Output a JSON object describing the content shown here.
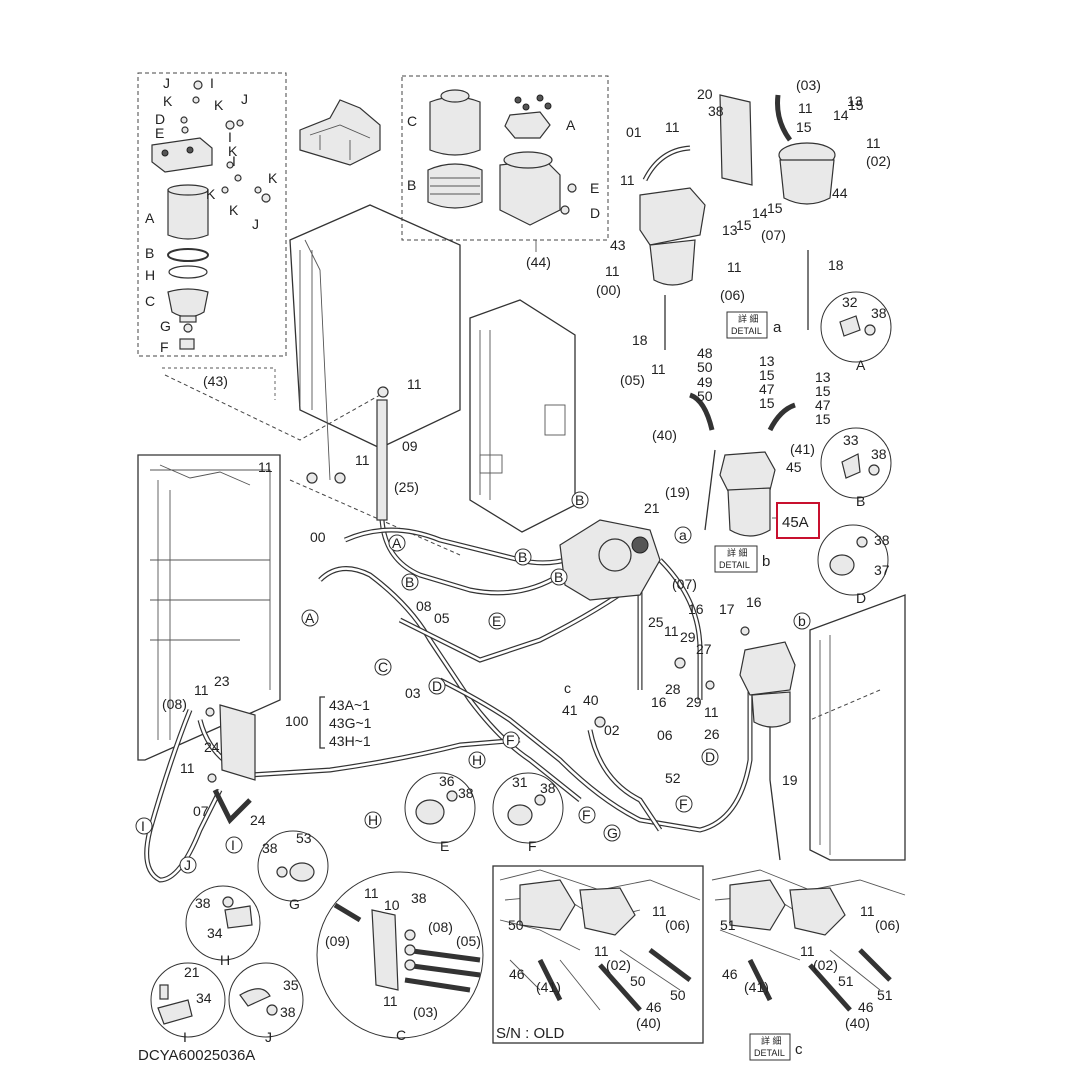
{
  "drawing_number": "DCYA60025036A",
  "highlight": {
    "label": "45A",
    "color": "#c8102e"
  },
  "serial_note": "S/N : OLD",
  "details": [
    {
      "key": "a",
      "kanji": "詳 細",
      "word": "DETAIL"
    },
    {
      "key": "b",
      "kanji": "詳 細",
      "word": "DETAIL"
    },
    {
      "key": "c",
      "kanji": "詳 細",
      "word": "DETAIL"
    }
  ],
  "bracket_group": {
    "prefix": "100",
    "items": [
      "43A~1",
      "43G~1",
      "43H~1"
    ]
  },
  "inset_labels": {
    "filter43": "(43)",
    "filter44": "(44)"
  },
  "callouts": [
    "A",
    "B",
    "C",
    "D",
    "E",
    "F",
    "G",
    "H",
    "I",
    "J"
  ]
}
